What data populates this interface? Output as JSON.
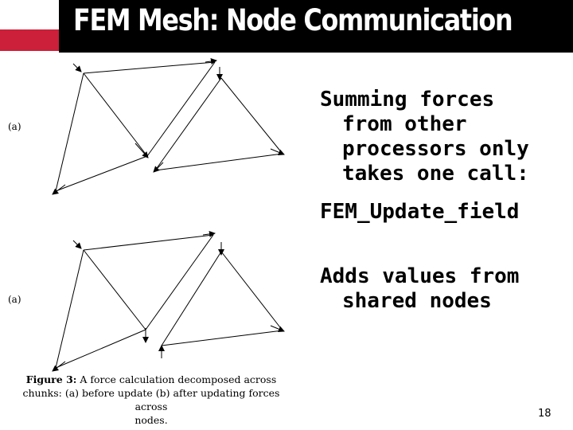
{
  "title": "FEM Mesh: Node Communication",
  "bullets": {
    "b1_lines": [
      "Summing forces",
      "from other",
      "processors only",
      "takes one call:"
    ],
    "code": "FEM_Update_field",
    "b2_lines": [
      "Adds values from",
      "shared nodes"
    ]
  },
  "figure": {
    "label_top": "(a)",
    "label_bottom": "(a)",
    "caption_bold": "Figure 3:",
    "caption_line1": " A force calculation decomposed across",
    "caption_line2": "chunks: (a) before update (b) after updating forces across",
    "caption_line3": "nodes."
  },
  "page_number": "18",
  "colors": {
    "title_bar": "#000000",
    "accent": "#cc1f3a"
  }
}
